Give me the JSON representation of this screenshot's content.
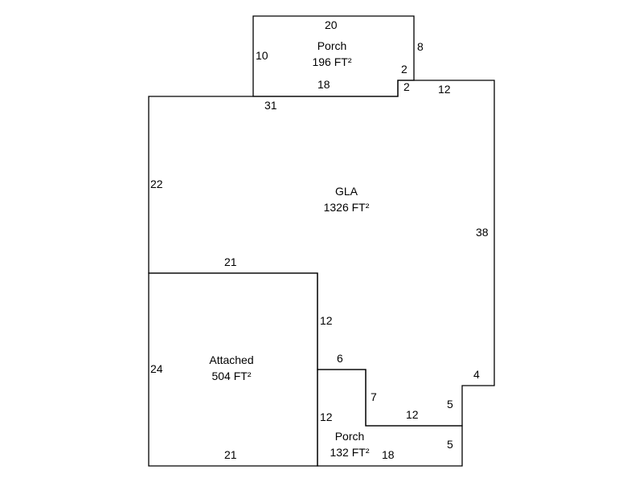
{
  "areas": {
    "porch_top": {
      "name": "Porch",
      "area": "196 FT²"
    },
    "gla": {
      "name": "GLA",
      "area": "1326 FT²"
    },
    "attached": {
      "name": "Attached",
      "area": "504 FT²"
    },
    "porch_bottom": {
      "name": "Porch",
      "area": "132 FT²"
    }
  },
  "dimensions": {
    "porch_top_top": "20",
    "porch_top_left": "10",
    "porch_top_right": "8",
    "porch_top_notch_v": "2",
    "porch_top_bottom": "18",
    "gla_step_v": "2",
    "gla_top_right": "12",
    "gla_top_left": "31",
    "gla_left": "22",
    "gla_right": "38",
    "attached_top": "21",
    "attached_right_upper": "12",
    "attached_left": "24",
    "attached_bottom": "21",
    "gla_notch_h": "6",
    "gla_notch_v": "7",
    "gla_notch_bottom": "12",
    "gla_step_right": "4",
    "gla_step_v2": "5",
    "porch_bottom_left": "12",
    "porch_bottom_right": "5",
    "porch_bottom_bottom": "18"
  }
}
